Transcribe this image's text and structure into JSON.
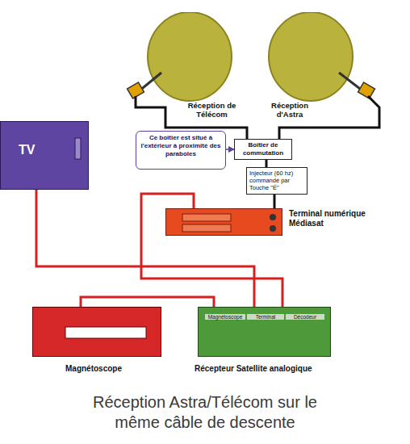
{
  "diagram": {
    "caption": "Réception Astra/Télécom sur le même câble de descente",
    "nodes": [
      {
        "text": [
          "Réception de Télécom"
        ]
      },
      {
        "text": [
          "Réception d'Astra"
        ]
      },
      {
        "text": [
          "Ce boîtier est situé à l'extérieur à proximité des paraboles"
        ]
      },
      {
        "text": [
          "Boîtier de commutation"
        ]
      },
      {
        "text": [
          "Injecteur (60 hz) commandé par Touche \"É\""
        ]
      },
      {
        "text": [
          "Terminal numérique Médiasat"
        ]
      },
      {
        "text": [
          "TV"
        ]
      },
      {
        "text": [
          "Magnétoscope"
        ]
      },
      {
        "text": [
          "Magnétoscope",
          "Terminal",
          "Décodeur",
          "Récepteur Satellite analogique"
        ]
      }
    ],
    "edges": [
      {
        "from": 0,
        "to": 3,
        "arrow": "none"
      },
      {
        "from": 1,
        "to": 3,
        "arrow": "none"
      },
      {
        "from": 2,
        "to": 3,
        "arrow": "to"
      },
      {
        "from": 3,
        "to": 4,
        "arrow": "none"
      },
      {
        "from": 4,
        "to": 5,
        "arrow": "none"
      },
      {
        "from": 6,
        "to": 8,
        "arrow": "none"
      },
      {
        "from": 7,
        "to": 8,
        "arrow": "none"
      },
      {
        "from": 5,
        "to": 8,
        "arrow": "none"
      }
    ]
  }
}
